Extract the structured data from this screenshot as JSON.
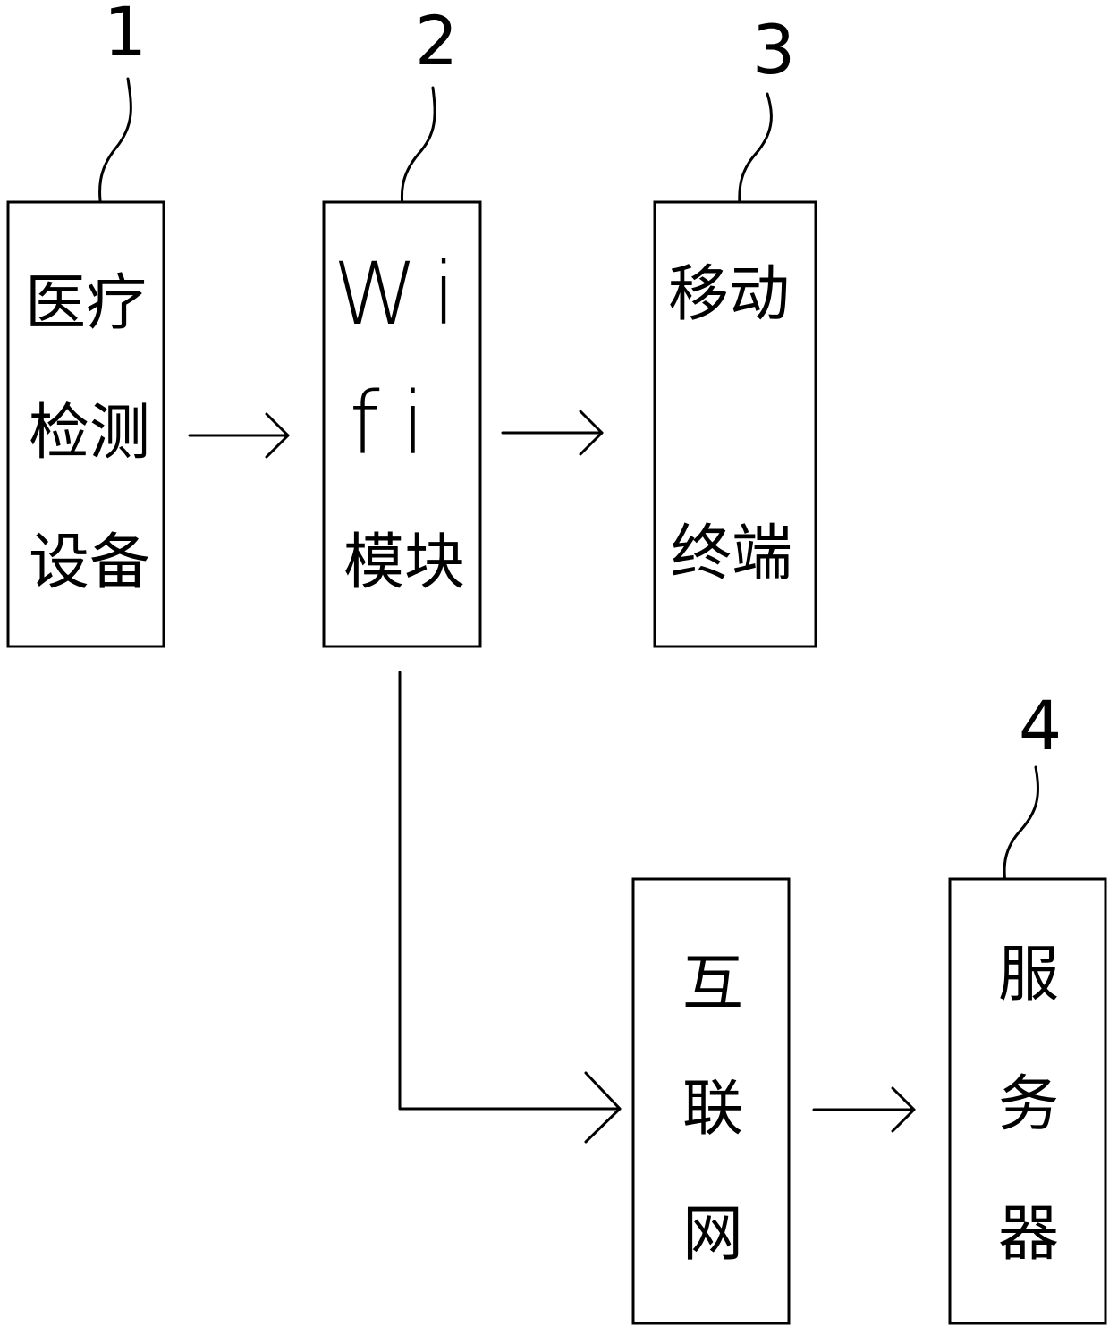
{
  "diagram": {
    "blocks": [
      {
        "id": "medical",
        "label_lines": [
          "医疗",
          "检测",
          "设备"
        ]
      },
      {
        "id": "wifi",
        "label_lines": [
          "Wi",
          "fi",
          "模块"
        ]
      },
      {
        "id": "mobile",
        "label_lines": [
          "移动",
          "终端"
        ]
      },
      {
        "id": "internet",
        "label_lines": [
          "互",
          "联",
          "网"
        ]
      },
      {
        "id": "server",
        "label_lines": [
          "服",
          "务",
          "器"
        ]
      }
    ],
    "reference_numbers": [
      "1",
      "2",
      "3",
      "4"
    ],
    "edges": [
      {
        "from": "medical",
        "to": "wifi"
      },
      {
        "from": "wifi",
        "to": "mobile"
      },
      {
        "from": "wifi",
        "to": "internet"
      },
      {
        "from": "internet",
        "to": "server"
      }
    ]
  }
}
